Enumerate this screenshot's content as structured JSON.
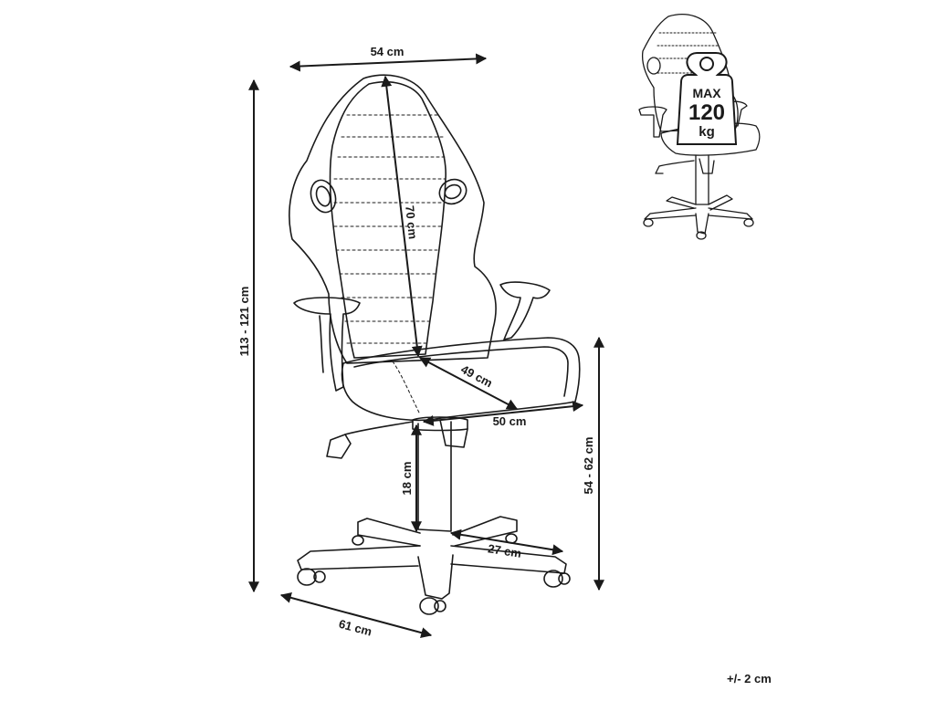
{
  "dimensions": {
    "width": "54 cm",
    "height": "113 - 121 cm",
    "backrest": "70 cm",
    "seat_depth": "49 cm",
    "seat_width": "50 cm",
    "gas_lift": "18 cm",
    "seat_height": "54 - 62 cm",
    "base_radius": "27 cm",
    "base_width": "61 cm"
  },
  "capacity": {
    "max": "MAX",
    "value": "120",
    "unit": "kg"
  },
  "tolerance": "+/- 2 cm"
}
